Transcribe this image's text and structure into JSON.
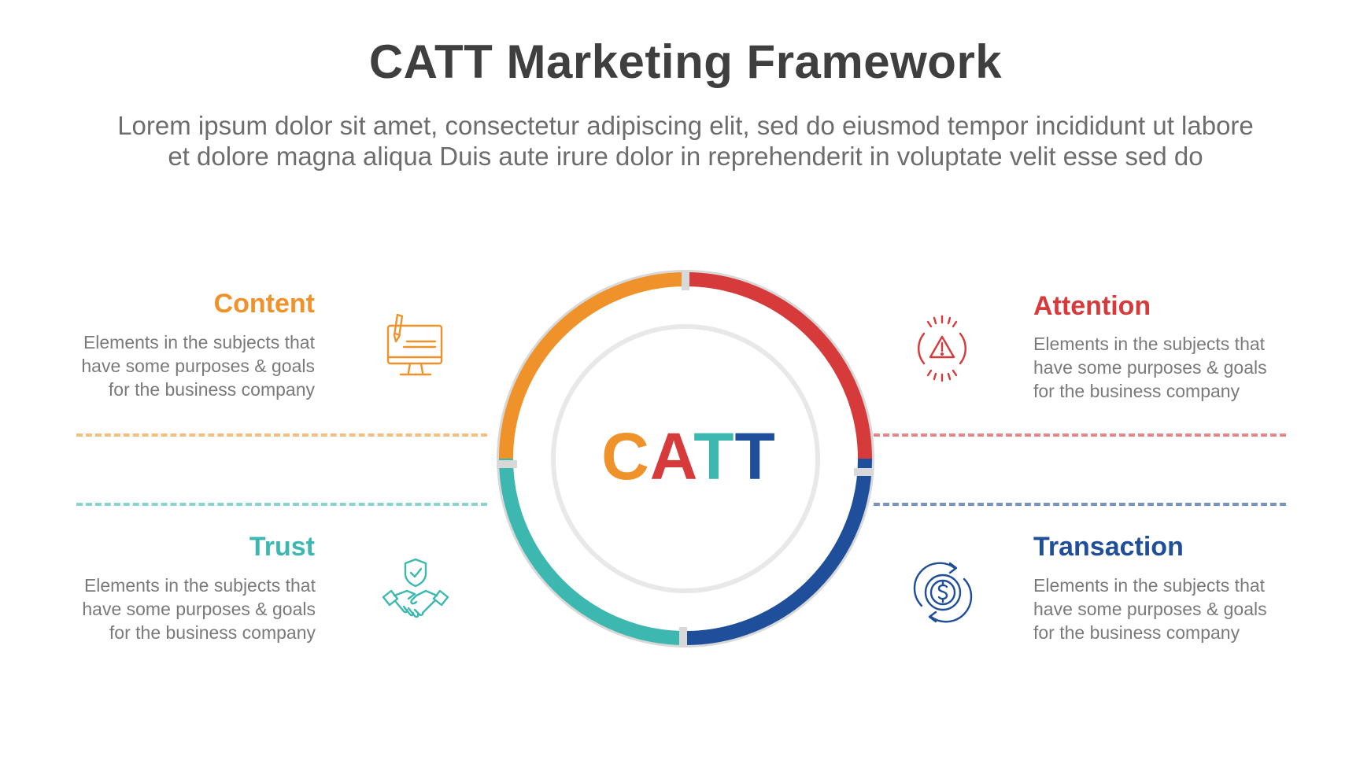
{
  "title": "CATT Marketing Framework",
  "subtitle": {
    "line1": "Lorem ipsum dolor sit amet, consectetur adipiscing elit, sed do eiusmod tempor incididunt ut labore",
    "line2": "et dolore magna aliqua Duis aute irure dolor in reprehenderit in voluptate velit esse sed do"
  },
  "center": {
    "letters": [
      "C",
      "A",
      "T",
      "T"
    ]
  },
  "colors": {
    "content": "#f0922a",
    "attention": "#d63a3a",
    "trust": "#3db8b0",
    "transaction": "#1f4e9a",
    "ring": "#d8d8d8",
    "inner_ring": "#e8e8e8",
    "title": "#3f3f3f",
    "text": "#7a7a7a"
  },
  "sections": {
    "content": {
      "heading": "Content",
      "desc": [
        "Elements in the subjects that",
        "have  some purposes & goals",
        "for the  business company"
      ],
      "icon": "computer-monitor-pen-icon"
    },
    "attention": {
      "heading": "Attention",
      "desc": [
        "Elements in the subjects that",
        "have  some purposes & goals",
        "for the  business company"
      ],
      "icon": "warning-alert-icon"
    },
    "trust": {
      "heading": "Trust",
      "desc": [
        "Elements in the subjects that",
        "have  some purposes & goals",
        "for the  business company"
      ],
      "icon": "handshake-shield-icon"
    },
    "transaction": {
      "heading": "Transaction",
      "desc": [
        "Elements in the subjects that",
        "have  some purposes & goals",
        "for the  business company"
      ],
      "icon": "dollar-cycle-icon"
    }
  }
}
